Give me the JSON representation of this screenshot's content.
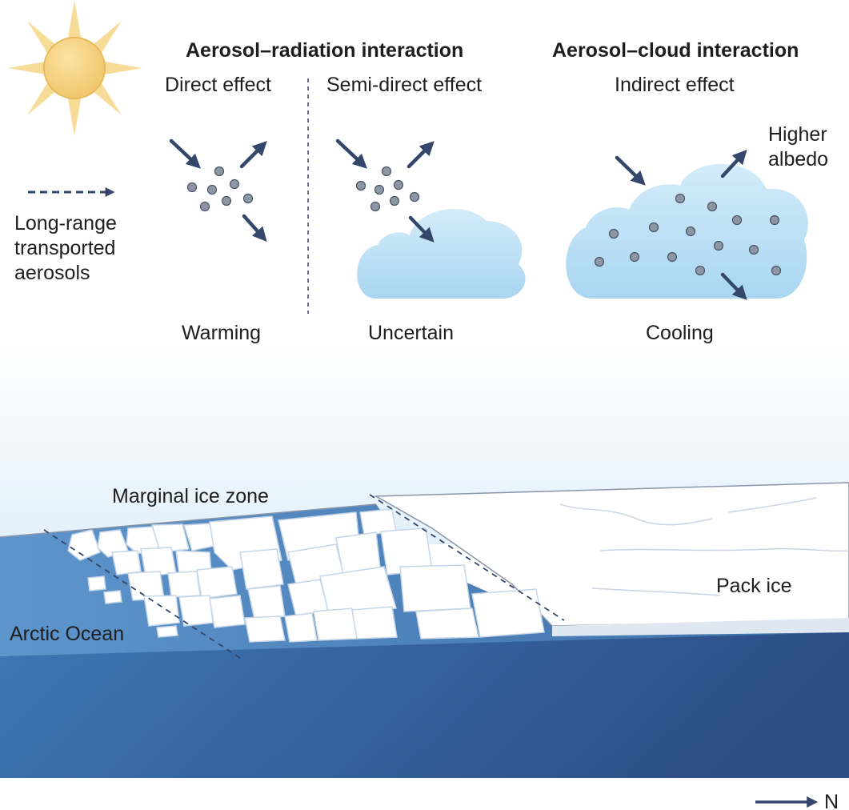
{
  "headers": {
    "aerosol_radiation": "Aerosol–radiation interaction",
    "aerosol_cloud": "Aerosol–cloud interaction"
  },
  "effects": {
    "direct": "Direct effect",
    "semi_direct": "Semi-direct effect",
    "indirect": "Indirect effect"
  },
  "outcomes": {
    "warming": "Warming",
    "uncertain": "Uncertain",
    "cooling": "Cooling"
  },
  "annotations": {
    "higher_albedo": "Higher\nalbedo",
    "long_range_aerosols": "Long-range\ntransported\naerosols"
  },
  "surface_labels": {
    "marginal_ice_zone": "Marginal ice zone",
    "pack_ice": "Pack ice",
    "arctic_ocean": "Arctic Ocean"
  },
  "compass": {
    "north": "N"
  },
  "colors": {
    "arrow": "#34476b",
    "aerosol_particle": "#8d96a4",
    "cloud": "#bfe2f6",
    "sun": "#f7d88a",
    "ocean_surface": "#4d88c4",
    "ocean_deep": "#2f5189",
    "ice": "#ffffff",
    "sky_gradient": "#e4f1fb"
  }
}
